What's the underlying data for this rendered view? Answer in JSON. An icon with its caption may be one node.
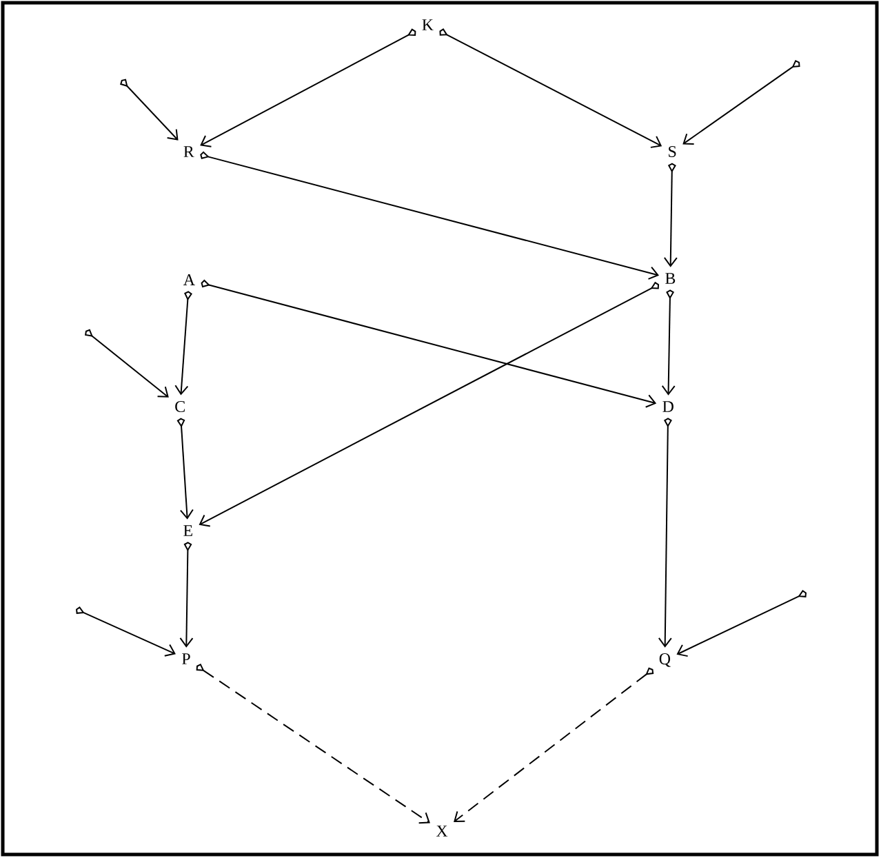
{
  "diagram": {
    "nodes": [
      {
        "text": [
          "K"
        ]
      },
      {
        "text": [
          "R"
        ]
      },
      {
        "text": [
          "S"
        ]
      },
      {
        "text": [
          "A"
        ]
      },
      {
        "text": [
          "B"
        ]
      },
      {
        "text": [
          "C"
        ]
      },
      {
        "text": [
          "D"
        ]
      },
      {
        "text": [
          "E"
        ]
      },
      {
        "text": [
          "P"
        ]
      },
      {
        "text": [
          "Q"
        ]
      },
      {
        "text": [
          "X"
        ]
      }
    ],
    "edges": [
      {
        "from": 0,
        "to": 1,
        "arrow": "to"
      },
      {
        "from": 0,
        "to": 2,
        "arrow": "to"
      },
      {
        "from": null,
        "to": 1,
        "arrow": "to"
      },
      {
        "from": null,
        "to": 2,
        "arrow": "to"
      },
      {
        "from": 1,
        "to": 4,
        "arrow": "to"
      },
      {
        "from": 2,
        "to": 4,
        "arrow": "to"
      },
      {
        "from": 3,
        "to": 5,
        "arrow": "to"
      },
      {
        "from": 3,
        "to": 6,
        "arrow": "to"
      },
      {
        "from": null,
        "to": 5,
        "arrow": "to"
      },
      {
        "from": 4,
        "to": 7,
        "arrow": "to"
      },
      {
        "from": 4,
        "to": 6,
        "arrow": "to"
      },
      {
        "from": 5,
        "to": 7,
        "arrow": "to"
      },
      {
        "from": 7,
        "to": 8,
        "arrow": "to"
      },
      {
        "from": 6,
        "to": 9,
        "arrow": "to"
      },
      {
        "from": null,
        "to": 8,
        "arrow": "to"
      },
      {
        "from": null,
        "to": 9,
        "arrow": "to"
      },
      {
        "from": 8,
        "to": 10,
        "arrow": "to",
        "style": "dashed"
      },
      {
        "from": 9,
        "to": 10,
        "arrow": "to",
        "style": "dashed"
      }
    ]
  }
}
